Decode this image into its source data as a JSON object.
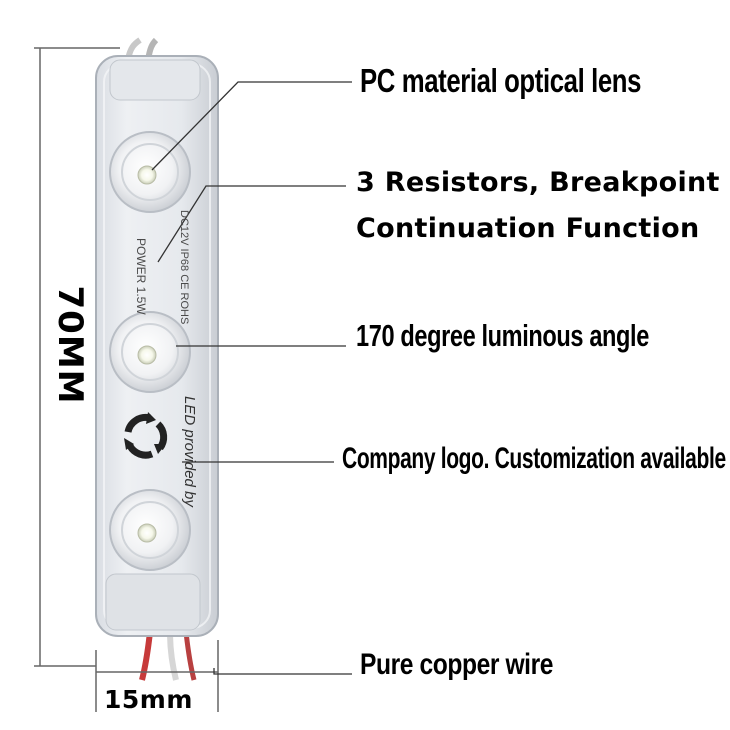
{
  "callouts": {
    "lens": "PC material optical lens",
    "resistors_line1": "3 Resistors, Breakpoint",
    "resistors_line2": "Continuation Function",
    "angle": "170 degree luminous angle",
    "logo": "Company logo.  Customization available",
    "wire": "Pure copper wire"
  },
  "dimensions": {
    "length": "70MM",
    "width": "15mm"
  },
  "module_print": {
    "power": "POWER 1.5W",
    "spec": "DC12V  IP68  CE  ROHS",
    "provided": "LED provided by"
  }
}
